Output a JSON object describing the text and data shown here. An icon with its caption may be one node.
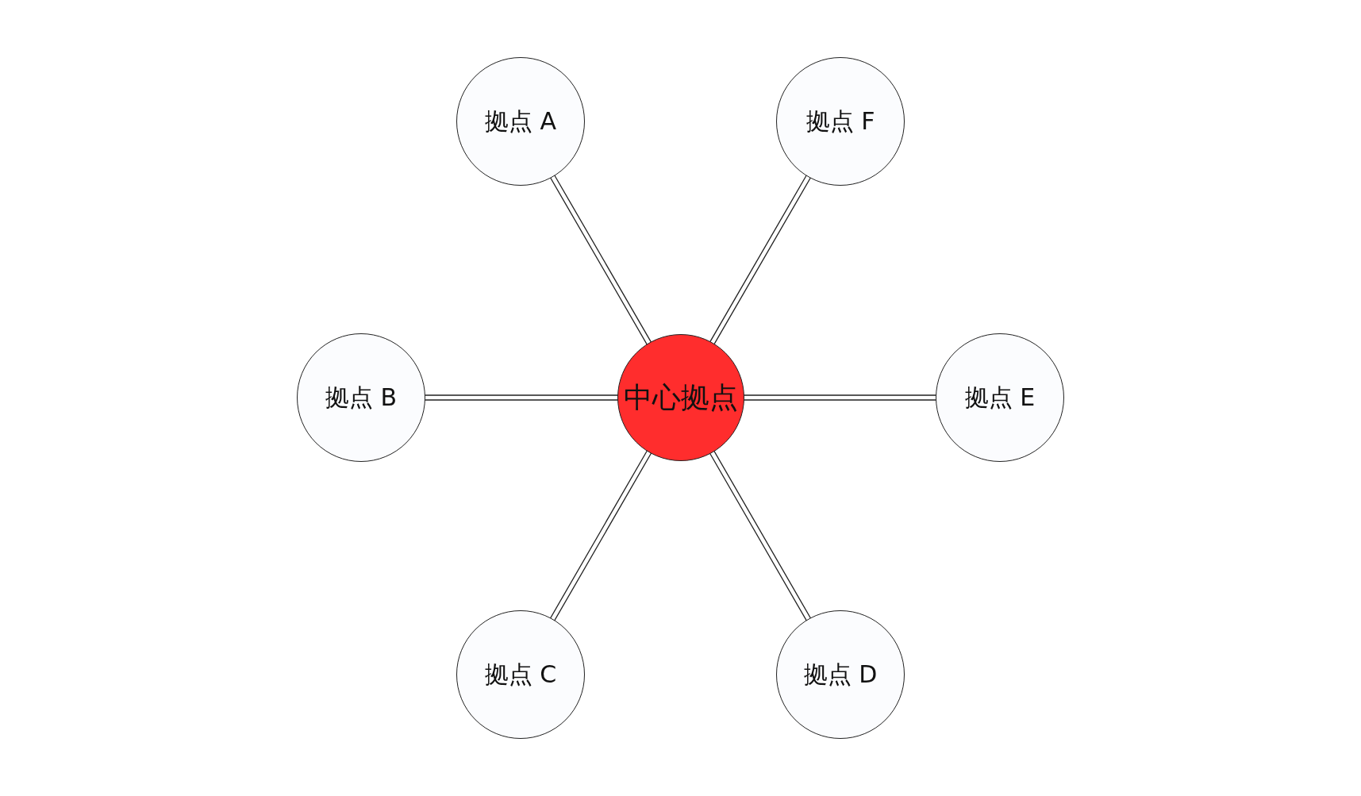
{
  "diagram": {
    "nodes": [
      {
        "text": [
          "拠点 A"
        ]
      },
      {
        "text": [
          "拠点 F"
        ]
      },
      {
        "text": [
          "拠点 B"
        ]
      },
      {
        "text": [
          "中心拠点"
        ]
      },
      {
        "text": [
          "拠点 E"
        ]
      },
      {
        "text": [
          "拠点 C"
        ]
      },
      {
        "text": [
          "拠点 D"
        ]
      }
    ],
    "edges": [
      {
        "from": 3,
        "to": 0,
        "arrow": "none"
      },
      {
        "from": 3,
        "to": 1,
        "arrow": "none"
      },
      {
        "from": 3,
        "to": 2,
        "arrow": "none"
      },
      {
        "from": 3,
        "to": 4,
        "arrow": "none"
      },
      {
        "from": 3,
        "to": 5,
        "arrow": "none"
      },
      {
        "from": 3,
        "to": 6,
        "arrow": "none"
      }
    ]
  }
}
